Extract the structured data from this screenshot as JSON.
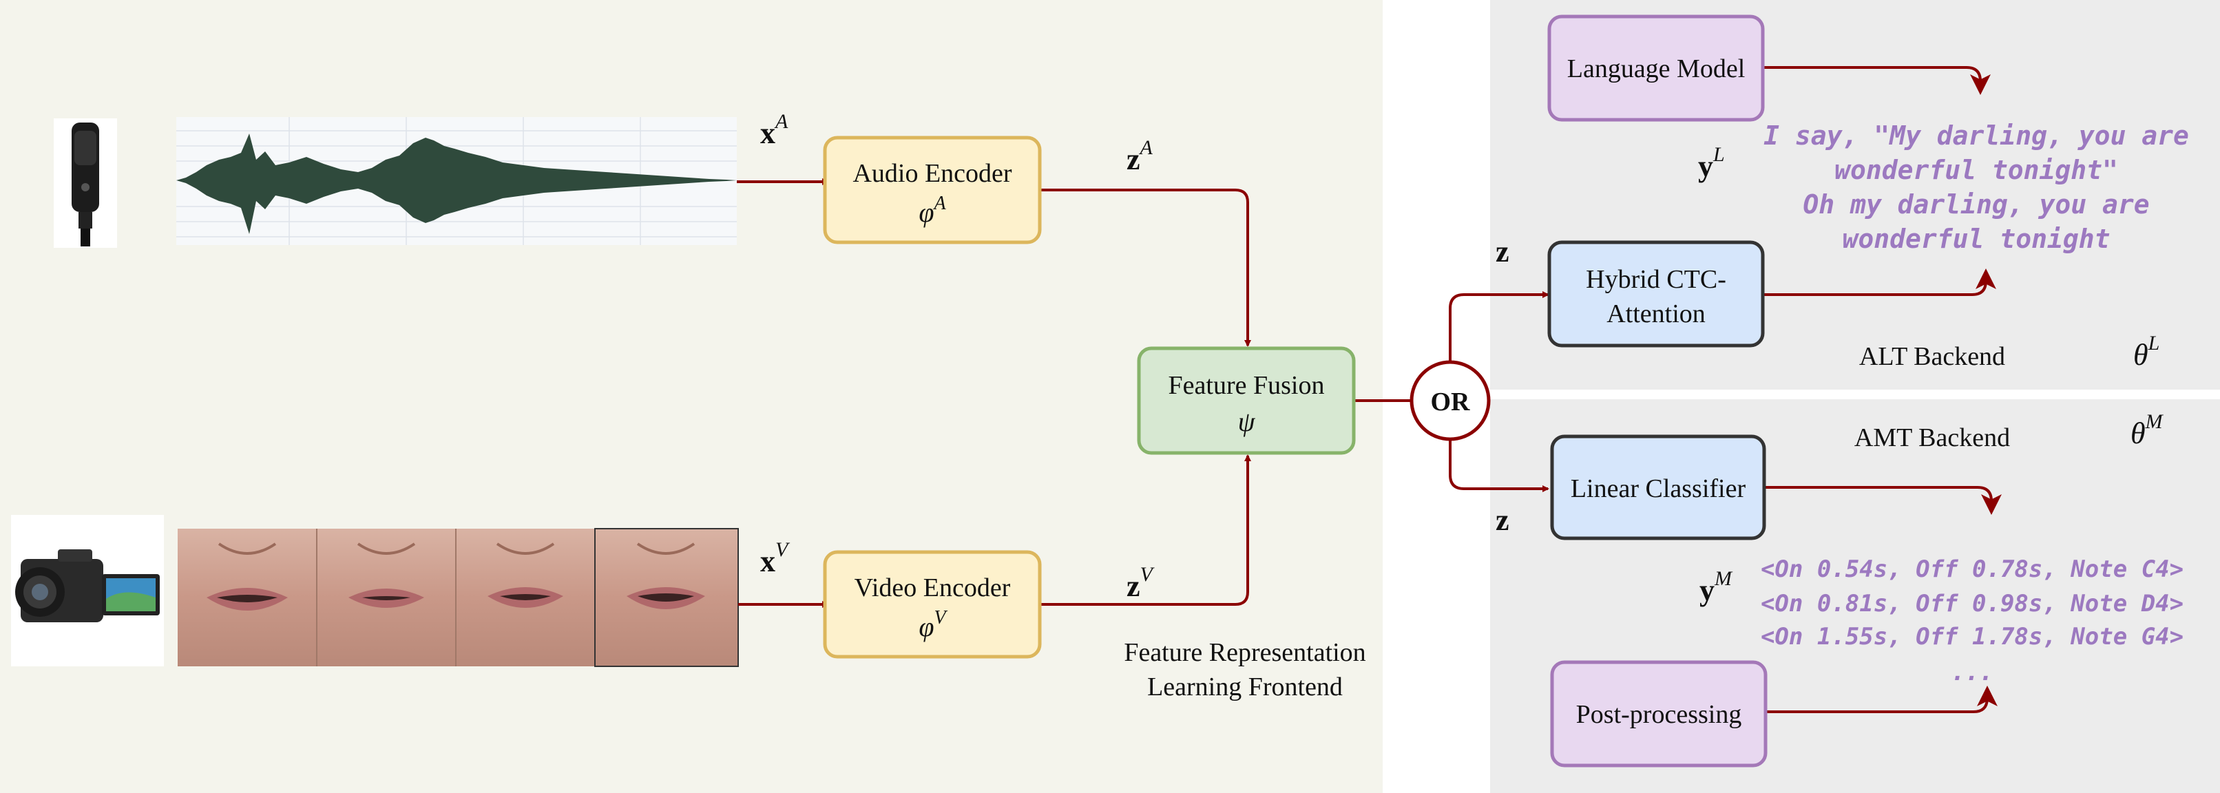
{
  "frontend": {
    "caption_line1": "Feature Representation",
    "caption_line2": "Learning Frontend"
  },
  "blocks": {
    "audio_encoder": {
      "label": "Audio Encoder",
      "symbol": "φ",
      "sup": "A"
    },
    "video_encoder": {
      "label": "Video Encoder",
      "symbol": "φ",
      "sup": "V"
    },
    "feature_fusion": {
      "label": "Feature Fusion",
      "symbol": "ψ"
    },
    "language_model": {
      "label": "Language Model"
    },
    "hybrid_ctc_line1": "Hybrid CTC-",
    "hybrid_ctc_line2": "Attention",
    "linear_classifier": {
      "label": "Linear Classifier"
    },
    "post_processing": {
      "label": "Post-processing"
    },
    "or_node": "OR"
  },
  "variables": {
    "xA": {
      "base": "x",
      "sup": "A"
    },
    "xV": {
      "base": "x",
      "sup": "V"
    },
    "zA": {
      "base": "z",
      "sup": "A"
    },
    "zV": {
      "base": "z",
      "sup": "V"
    },
    "z_top": "z",
    "z_bottom": "z",
    "yL": {
      "base": "y",
      "sup": "L"
    },
    "yM": {
      "base": "y",
      "sup": "M"
    }
  },
  "alt_backend": {
    "label": "ALT Backend",
    "theta": {
      "base": "θ",
      "sup": "L"
    },
    "lyrics": [
      "I say, \"My darling, you are",
      "wonderful tonight\"",
      "Oh my darling, you are",
      "wonderful tonight"
    ]
  },
  "amt_backend": {
    "label": "AMT Backend",
    "theta": {
      "base": "θ",
      "sup": "M"
    },
    "notes": [
      "<On 0.54s, Off 0.78s, Note C4>",
      "<On 0.81s, Off 0.98s, Note D4>",
      "<On 1.55s, Off 1.78s, Note G4>",
      "..."
    ]
  },
  "colors": {
    "frontend_bg": "#f4f4ec",
    "backend_bg": "#ececec",
    "arrow": "#8b0000",
    "encoder_fill": "#fdf1cc",
    "encoder_stroke": "#dcb65c",
    "fusion_fill": "#d7e8d2",
    "fusion_stroke": "#87b36a",
    "lm_fill": "#e8d8f0",
    "lm_stroke": "#a478b8",
    "ctc_fill": "#d6e6fb",
    "ctc_stroke": "#333333",
    "output_text": "#9c79c0",
    "waveform": "#2f4a3c"
  },
  "icons": [
    "microphone-icon",
    "camcorder-icon"
  ]
}
